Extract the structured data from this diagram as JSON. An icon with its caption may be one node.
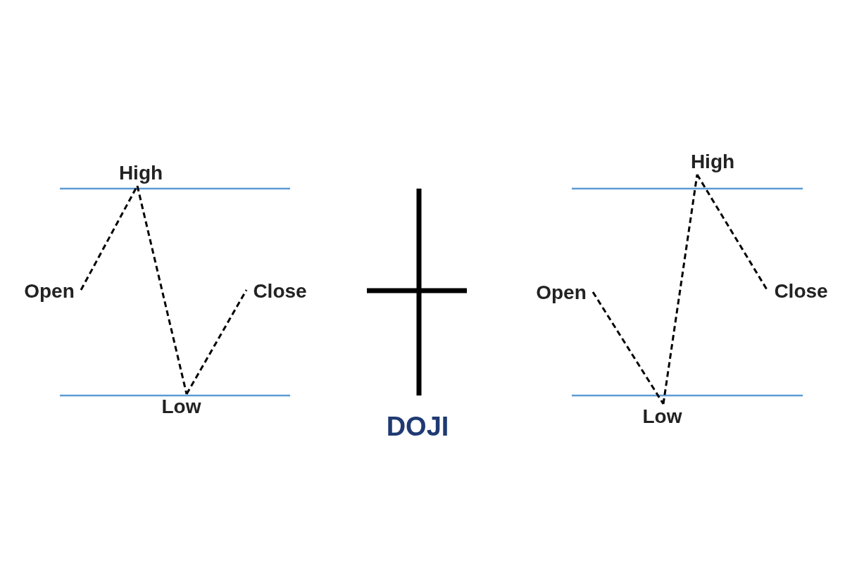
{
  "diagram": {
    "nodes": [
      {
        "text": [
          "High"
        ]
      },
      {
        "text": [
          "Open"
        ]
      },
      {
        "text": [
          "Close"
        ]
      },
      {
        "text": [
          "Low"
        ]
      },
      {
        "text": [
          "High"
        ]
      },
      {
        "text": [
          "Open"
        ]
      },
      {
        "text": [
          "Close"
        ]
      },
      {
        "text": [
          "Low"
        ]
      }
    ],
    "edges": [
      {
        "from": 1,
        "to": 0,
        "arrow": "none",
        "style": "dashed"
      },
      {
        "from": 0,
        "to": 3,
        "arrow": "none",
        "style": "dashed"
      },
      {
        "from": 3,
        "to": 2,
        "arrow": "none",
        "style": "dashed"
      },
      {
        "from": 5,
        "to": 7,
        "arrow": "none",
        "style": "dashed"
      },
      {
        "from": 7,
        "to": 4,
        "arrow": "none",
        "style": "dashed"
      },
      {
        "from": 4,
        "to": 6,
        "arrow": "none",
        "style": "dashed"
      }
    ],
    "labels": [
      "DOJI"
    ]
  }
}
